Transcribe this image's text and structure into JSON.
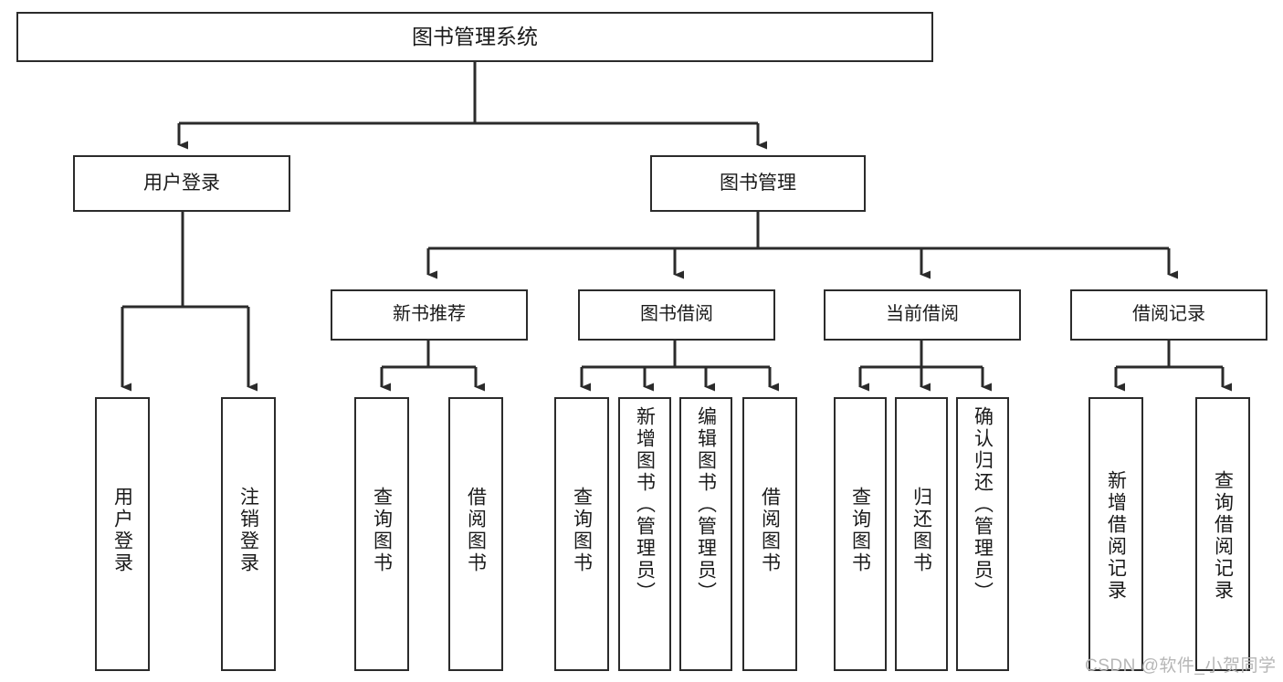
{
  "diagram": {
    "type": "tree-hierarchy",
    "title": "图书管理系统",
    "orientation": "top-down",
    "colors": {
      "box_border": "#2b2b2b",
      "box_fill": "#ffffff",
      "connector": "#2b2b2b",
      "text": "#1a1a1a",
      "watermark": "#b6b6b6",
      "background": "#ffffff"
    }
  },
  "root": {
    "label": "图书管理系统"
  },
  "level1": [
    {
      "label": "用户登录"
    },
    {
      "label": "图书管理"
    }
  ],
  "level2": [
    {
      "label": "新书推荐"
    },
    {
      "label": "图书借阅"
    },
    {
      "label": "当前借阅"
    },
    {
      "label": "借阅记录"
    }
  ],
  "leaves": {
    "user_login": [
      {
        "label": "用户登录"
      },
      {
        "label": "注销登录"
      }
    ],
    "new_book_recommend": [
      {
        "label": "查询图书"
      },
      {
        "label": "借阅图书"
      }
    ],
    "book_borrow": [
      {
        "label": "查询图书"
      },
      {
        "label": "新增图书（管理员）"
      },
      {
        "label": "编辑图书（管理员）"
      },
      {
        "label": "借阅图书"
      }
    ],
    "current_borrow": [
      {
        "label": "查询图书"
      },
      {
        "label": "归还图书"
      },
      {
        "label": "确认归还（管理员）"
      }
    ],
    "borrow_record": [
      {
        "label": "新增借阅记录"
      },
      {
        "label": "查询借阅记录"
      }
    ]
  },
  "watermark": {
    "text": "CSDN @软件_小贺同学"
  }
}
